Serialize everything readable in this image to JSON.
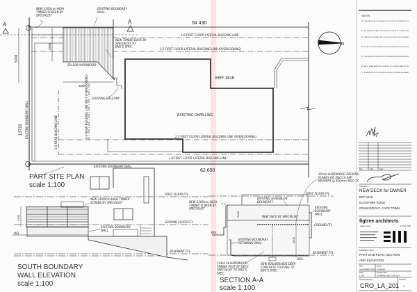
{
  "plan": {
    "dim_top": "54 430",
    "dim_bottom": "62 650",
    "dim_left": "13720",
    "dim_left_top": "5700",
    "dim_deck_depth": "3500",
    "dim_deck_width": "5000",
    "erf": "ERF 1815",
    "dwelling": "EXISTING DWELLING",
    "bl_top_1": "1.0 FIRST FLOOR LATERAL BUILDING LINE",
    "bl_top_2": "2.5 FIRST FLOOR LATERAL BUILDING LINE (OVERLOOKING)",
    "bl_bot_2": "2.5 FIRST FLOOR LATERAL BUILDING LINE (OVERLOOKING)",
    "bl_bot_1": "1.0 FIRST FLOOR LATERAL BUILDING LINE",
    "rear_bl_5": "5.0 REAR BUILDING LINE",
    "rear_bl_6": "6.0 REAR BUILDING LINE (NOT OVERLOOKING)",
    "note_screen": "NEW 2100mm HIGH TIMBER SCREEN BY SPECIALIST",
    "note_wall_top": "EXISTING BOUNDARY WALL",
    "note_deck": "NEW TIMBER DECK BY SPECIALIST TO ENG'S SPEC.",
    "note_hardwood": "22x108 HARDWOOD",
    "note_balcony": "EXISTING BALCONY",
    "note_wall_left": "EXISTING BOUNDARY WALL",
    "note_wall_bottom": "EXISTING BOUNDARY WALL",
    "section_marker": "A",
    "north": "N",
    "title": "PART SITE PLAN",
    "scale": "scale 1:100"
  },
  "elevation": {
    "title_1": "SOUTH BOUNDARY",
    "title_2": "WALL ELEVATION",
    "scale": "scale 1:100",
    "first_floor": "FIRST FLOOR FFL",
    "ground_floor": "GROUND FLOOR FFL",
    "basement": "BASEMENT FFL",
    "ngl": "NGL",
    "dim": "2100",
    "note_screen": "NEW 2100mm HIGH TIMBER SCREEN BY SPECIALIST",
    "note_wall": "EXISTING BOUNDARY WALL"
  },
  "section": {
    "title": "SECTION A-A",
    "scale": "scale 1:100",
    "first_floor": "FIRST FLOOR FFL",
    "ground": "GROUND FFL",
    "basement": "BASEMENT FFL",
    "ngl": "NGL",
    "dim_1": "2100",
    "dim_2": "4500",
    "note_planks": "22mm HARDWOOD DECKING PLANKS ON 38x114 SAP BEARERS @ 450mm MAX C/C",
    "note_screen_exist": "EXISTING SCREEN ON BOUNDARY",
    "note_screen_new": "NEW 2100mm HIGH TIMBER SCREEN BY SPECIALIST",
    "note_deck": "NEW DECK BY SPECIALIST",
    "note_wall": "EXISTING BOUNDARY WALL",
    "note_retaining": "EXISTING BOUNDARY RETAINING WALL",
    "note_post": "114x114 HARDWOOD TIMBER POST BY DECK SPECIALIST TO ENG'S SPEC.",
    "note_footing": "NEW 600x600x600 DEEP CONCRETE FOOTING TO ENG'S SPEC."
  },
  "title_block": {
    "notes_heading": "NOTES:",
    "notes": [
      "THESE DRAWINGS ARE COPYRIGHT AND THE SOLE PROPERTY OF FIGTREE ARCHITECTS",
      "ALL DIMENSIONS ARE TO BE CHECKED ON SITE BY CONTRACTOR",
      "DIMENSIONS ON DRAWING ARE TO BE USED INSTEAD OF SCALING DRAWING",
      "ALL WORK IS TO COMPLY WITH THE NATIONAL BUILDING REGULATIONS AND THE LOCAL AUTHORITY BY-LAWS",
      "THESE DRAWINGS ARE TO BE READ IN CONJUNCTION WITH THE ENGINEERS AND OTHER PROFESSIONALS DRAWINGS",
      "ALL WATERPROOFING BY SPECIALISTS",
      "ALL MASONRY WORK ON SITE IS TO BE EXECUTED ACCORDING TO THE RELEVANT SANS STANDARD"
    ],
    "rev_headers": [
      "Rev",
      "Date",
      "Note"
    ],
    "project_label": "PROJECT:",
    "project": "NEW DECK for OWNER",
    "address": [
      "ERF 1815",
      "KLOOFNEK ROAD",
      "ORANJEZICHT, CAPE TOWN"
    ],
    "firm": "figtree architects",
    "architect": "eugen meyer",
    "reg": "Pr Arch 7102",
    "drawing_title_label": "DRAWING TITLE:",
    "drawing_title": [
      "PART SITE PLAN, SECTION",
      "AND ELEVATION"
    ],
    "date_label": "Date:",
    "date": "NOVEMBER 2009",
    "drawn_label": "Drawn:",
    "drawn": "CONRAD",
    "scale_label": "Scale:",
    "scale": "1:100",
    "ref_label": "Computer Ref:",
    "ref": "CONRAD\\VISE_CROOKS",
    "number_label": "Drawing Number:",
    "number": "CRO_LA_201",
    "revision_label": "Revision:",
    "revision": "-"
  },
  "colors": {
    "ink": "#1a1a1a",
    "paper": "#fcfbfc",
    "fold_stain": "#f3d6d2"
  }
}
